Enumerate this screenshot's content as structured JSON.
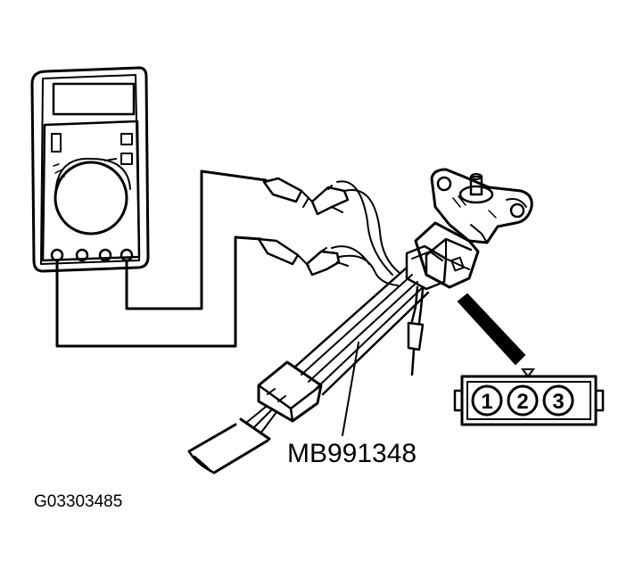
{
  "labels": {
    "part_number": "MB991348",
    "figure_id": "G03303485"
  },
  "connector": {
    "pins": [
      "1",
      "2",
      "3"
    ]
  },
  "colors": {
    "ink": "#000000",
    "background": "#ffffff"
  }
}
